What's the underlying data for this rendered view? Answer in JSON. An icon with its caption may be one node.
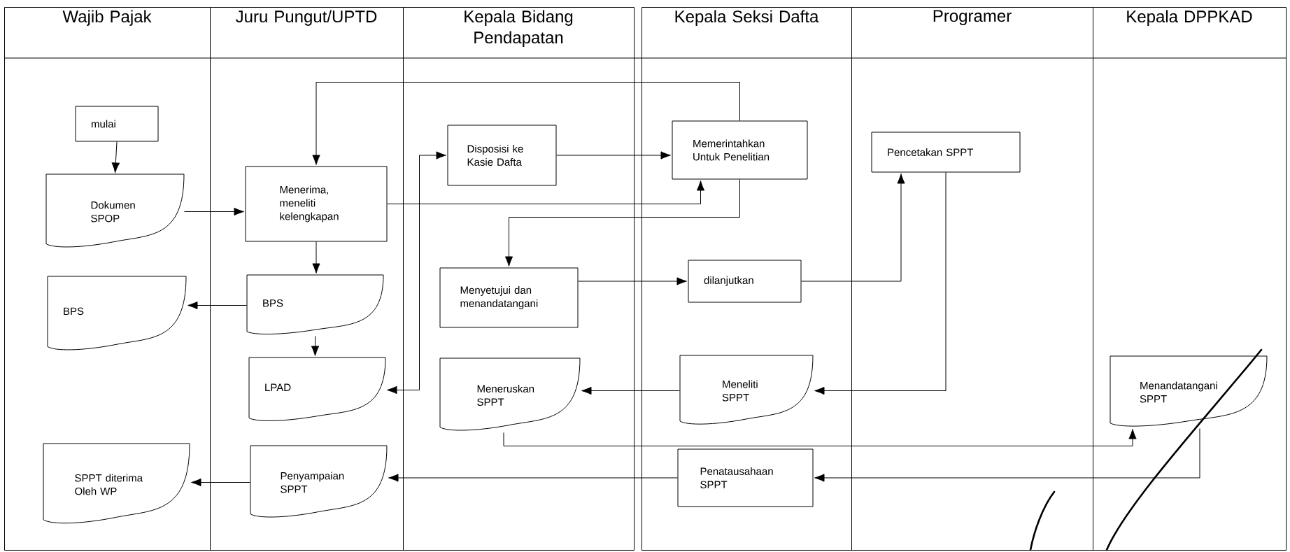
{
  "diagram": {
    "nodes": [
      {
        "text": [
          "Wajib Pajak"
        ]
      },
      {
        "text": [
          "Juru Pungut/UPTD"
        ]
      },
      {
        "text": [
          "Kepala Bidang Pendapatan"
        ]
      },
      {
        "text": [
          "Kepala Seksi Dafta"
        ]
      },
      {
        "text": [
          "Programer"
        ]
      },
      {
        "text": [
          "Kepala DPPKAD"
        ]
      },
      {
        "text": [
          "mulai"
        ],
        "in": 0
      },
      {
        "text": [
          "Dokumen SPOP"
        ],
        "in": 0
      },
      {
        "text": [
          "Menerima, meneliti kelengkapan"
        ],
        "in": 1
      },
      {
        "text": [
          "Disposisi ke Kasie Dafta"
        ],
        "in": 2
      },
      {
        "text": [
          "Memerintahkan Untuk Penelitian"
        ],
        "in": 3
      },
      {
        "text": [
          "Pencetakan SPPT"
        ],
        "in": 4
      },
      {
        "text": [
          "Menyetujui dan menandatangani"
        ],
        "in": 2
      },
      {
        "text": [
          "dilanjutkan"
        ],
        "in": 3
      },
      {
        "text": [
          "BPS"
        ],
        "in": 0
      },
      {
        "text": [
          "BPS"
        ],
        "in": 1
      },
      {
        "text": [
          "LPAD"
        ],
        "in": 1
      },
      {
        "text": [
          "Meneruskan SPPT"
        ],
        "in": 2
      },
      {
        "text": [
          "Meneliti SPPT"
        ],
        "in": 3
      },
      {
        "text": [
          "Menandatangani SPPT"
        ],
        "in": 5
      },
      {
        "text": [
          "SPPT diterima Oleh WP"
        ],
        "in": 0
      },
      {
        "text": [
          "Penyampaian SPPT"
        ],
        "in": 1
      },
      {
        "text": [
          "Penatausahaan SPPT"
        ],
        "in": 3
      }
    ],
    "edges": [
      {
        "from": 6,
        "to": 7,
        "arrow": "to"
      },
      {
        "from": 7,
        "to": 8,
        "arrow": "to"
      },
      {
        "from": 10,
        "to": 8,
        "arrow": "to"
      },
      {
        "from": 8,
        "to": 10,
        "arrow": "to"
      },
      {
        "from": 9,
        "to": 10,
        "arrow": "to"
      },
      {
        "from": 10,
        "to": 12,
        "arrow": "to"
      },
      {
        "from": 8,
        "to": 15,
        "arrow": "to"
      },
      {
        "from": 15,
        "to": 14,
        "arrow": "to"
      },
      {
        "from": 15,
        "to": 16,
        "arrow": "to"
      },
      {
        "from": 12,
        "to": 13,
        "arrow": "to"
      },
      {
        "from": 13,
        "to": 11,
        "arrow": "to"
      },
      {
        "from": 11,
        "to": 18,
        "arrow": "to"
      },
      {
        "from": 18,
        "to": 17,
        "arrow": "to"
      },
      {
        "from": 17,
        "to": 19,
        "arrow": "to"
      },
      {
        "from": 19,
        "to": 22,
        "arrow": "to"
      },
      {
        "from": 22,
        "to": 21,
        "arrow": "to"
      },
      {
        "from": 21,
        "to": 20,
        "arrow": "to"
      },
      {
        "from": 16,
        "to": 9,
        "arrow": "both"
      }
    ]
  }
}
